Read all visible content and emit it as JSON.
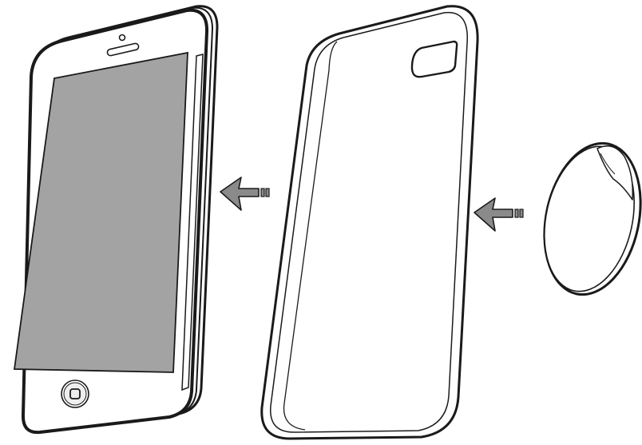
{
  "diagram": {
    "steps": [
      {
        "id": "phone",
        "item": "smartphone"
      },
      {
        "id": "case",
        "item": "phone-case"
      },
      {
        "id": "disc",
        "item": "adhesive-disc"
      }
    ],
    "arrows": [
      {
        "from": "case",
        "to": "phone",
        "direction": "left"
      },
      {
        "from": "disc",
        "to": "case",
        "direction": "left"
      }
    ],
    "icons": {
      "phone": "smartphone-icon",
      "case": "phone-case-icon",
      "disc": "adhesive-disc-icon",
      "arrow": "arrow-left-icon",
      "home": "home-button-icon"
    },
    "colors": {
      "line": "#1a1a1a",
      "screen": "#a3a3a3",
      "arrow": "#8a8a8a",
      "fill": "#ffffff"
    }
  }
}
